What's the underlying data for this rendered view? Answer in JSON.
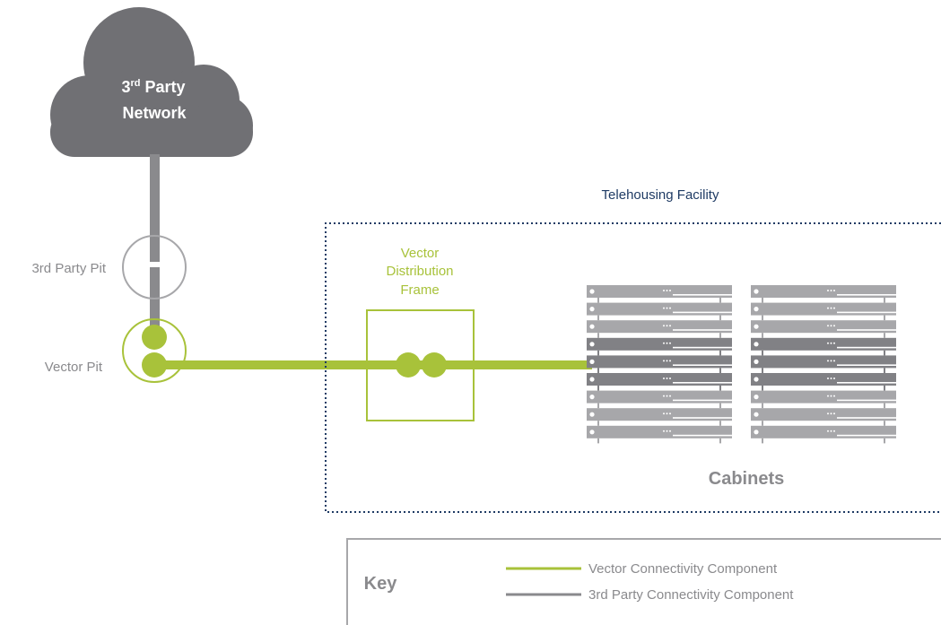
{
  "cloud": {
    "line1_main": "3",
    "line1_sup": "rd",
    "line1_rest": " Party",
    "line2": "Network"
  },
  "labels": {
    "third_party_pit": "3rd Party Pit",
    "vector_pit": "Vector Pit",
    "telehousing": "Telehousing Facility",
    "vdf_line1": "Vector",
    "vdf_line2": "Distribution",
    "vdf_line3": "Frame",
    "cabinets": "Cabinets"
  },
  "key": {
    "title": "Key",
    "items": [
      {
        "label": "Vector Connectivity Component",
        "color": "#a8c23a"
      },
      {
        "label": "3rd Party Connectivity Component",
        "color": "#8a8a8d"
      }
    ]
  },
  "colors": {
    "vector_green": "#a8c23a",
    "third_party_grey": "#8a8a8d",
    "cloud_grey": "#707074",
    "facility_navy": "#1f3b64",
    "rack_light": "#a7a7aa",
    "rack_dark": "#818185"
  }
}
